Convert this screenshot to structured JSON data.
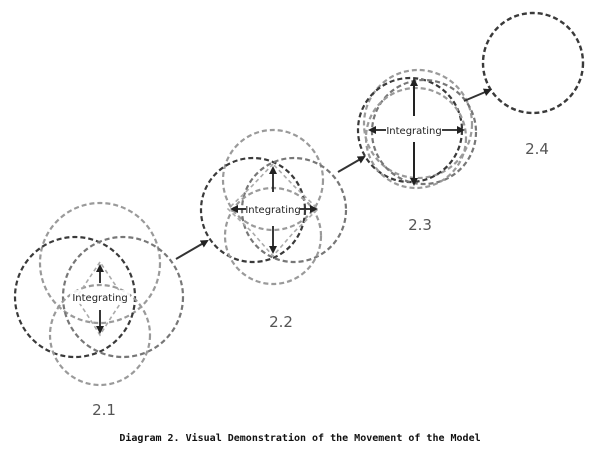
{
  "caption": "Diagram 2.  Visual Demonstration of the Movement of the Model",
  "stages": [
    {
      "label": "2.1",
      "center_label": "Integrating"
    },
    {
      "label": "2.2",
      "center_label": "Integrating"
    },
    {
      "label": "2.3",
      "center_label": "Integrating"
    },
    {
      "label": "2.4"
    }
  ]
}
